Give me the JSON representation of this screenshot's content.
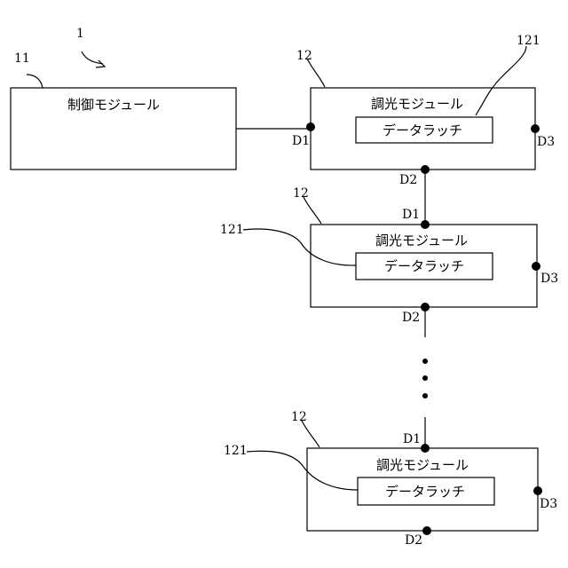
{
  "refs": {
    "system": "1",
    "control": "11",
    "dimming": "12",
    "latch": "121"
  },
  "control_module": {
    "label": "制御モジュール"
  },
  "dimming_modules": [
    {
      "label": "調光モジュール",
      "latch_label": "データラッチ",
      "ports": {
        "d1": "D1",
        "d2": "D2",
        "d3": "D3"
      }
    },
    {
      "label": "調光モジュール",
      "latch_label": "データラッチ",
      "ports": {
        "d1": "D1",
        "d2": "D2",
        "d3": "D3"
      }
    },
    {
      "label": "調光モジュール",
      "latch_label": "データラッチ",
      "ports": {
        "d1": "D1",
        "d2": "D2",
        "d3": "D3"
      }
    }
  ],
  "colors": {
    "stroke": "#000000",
    "background": "#ffffff"
  }
}
